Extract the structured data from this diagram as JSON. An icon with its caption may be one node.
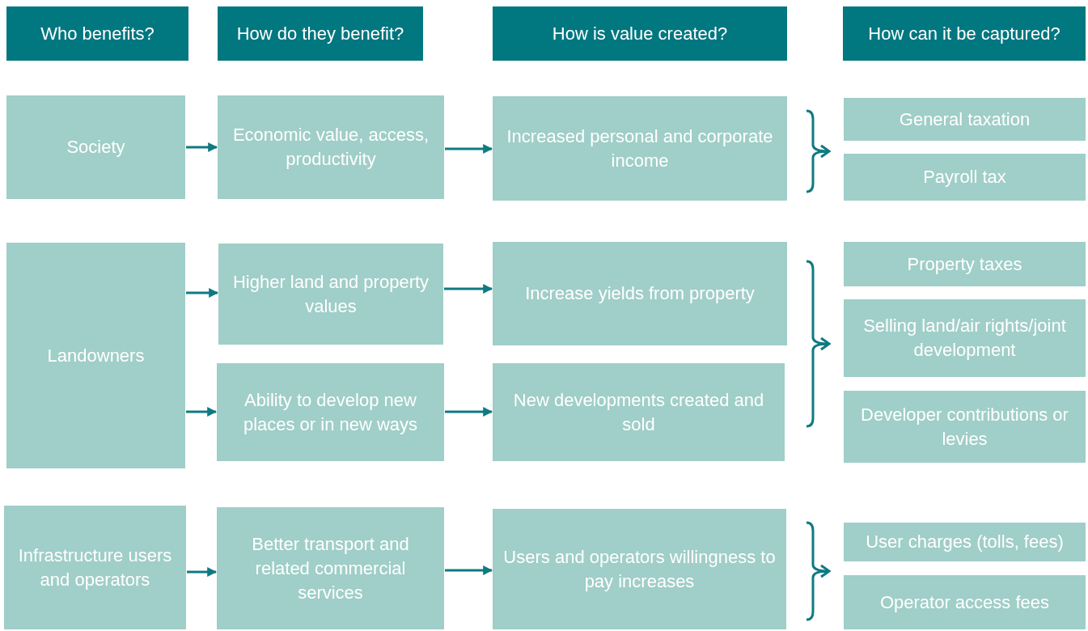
{
  "diagram": {
    "nodes": [
      {
        "text": [
          "Who benefits?"
        ]
      },
      {
        "text": [
          "How do they benefit?"
        ]
      },
      {
        "text": [
          "How is value created?"
        ]
      },
      {
        "text": [
          "How can it be captured?"
        ]
      },
      {
        "text": [
          "Society"
        ]
      },
      {
        "text": [
          "Economic value, access, productivity"
        ]
      },
      {
        "text": [
          "Increased personal and corporate income"
        ]
      },
      {
        "text": [
          "General taxation"
        ]
      },
      {
        "text": [
          "Payroll tax"
        ]
      },
      {
        "text": [
          "Landowners"
        ]
      },
      {
        "text": [
          "Higher land and property values"
        ]
      },
      {
        "text": [
          "Ability to develop new places or in new ways"
        ]
      },
      {
        "text": [
          "Increase yields from property"
        ]
      },
      {
        "text": [
          "New developments created and sold"
        ]
      },
      {
        "text": [
          "Property taxes"
        ]
      },
      {
        "text": [
          "Selling land/air rights/joint development"
        ]
      },
      {
        "text": [
          "Developer contributions or levies"
        ]
      },
      {
        "text": [
          "Infrastructure users and operators"
        ]
      },
      {
        "text": [
          "Better transport and related commercial services"
        ]
      },
      {
        "text": [
          "Users and operators willingness to pay increases"
        ]
      },
      {
        "text": [
          "User charges (tolls, fees)"
        ]
      },
      {
        "text": [
          "Operator access fees"
        ]
      }
    ],
    "edges": [
      {
        "from": 4,
        "to": 5,
        "arrow": "to"
      },
      {
        "from": 5,
        "to": 6,
        "arrow": "to"
      },
      {
        "from": 9,
        "to": 10,
        "arrow": "to"
      },
      {
        "from": 9,
        "to": 11,
        "arrow": "to"
      },
      {
        "from": 10,
        "to": 12,
        "arrow": "to"
      },
      {
        "from": 11,
        "to": 13,
        "arrow": "to"
      },
      {
        "from": 17,
        "to": 18,
        "arrow": "to"
      },
      {
        "from": 18,
        "to": 19,
        "arrow": "to"
      }
    ]
  }
}
